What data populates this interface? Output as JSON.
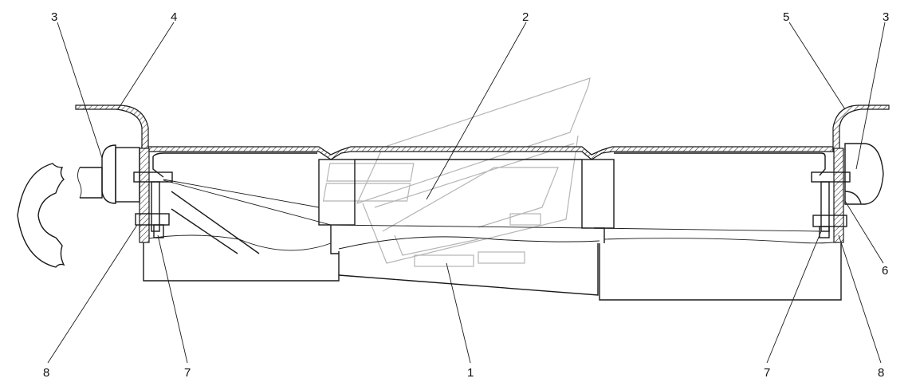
{
  "callouts": [
    {
      "id": "c1",
      "label": "1"
    },
    {
      "id": "c2",
      "label": "2"
    },
    {
      "id": "c3-left",
      "label": "3"
    },
    {
      "id": "c3-right",
      "label": "3"
    },
    {
      "id": "c4",
      "label": "4"
    },
    {
      "id": "c5",
      "label": "5"
    },
    {
      "id": "c6",
      "label": "6"
    },
    {
      "id": "c7-left",
      "label": "7"
    },
    {
      "id": "c7-right",
      "label": "7"
    },
    {
      "id": "c8-left",
      "label": "8"
    },
    {
      "id": "c8-right",
      "label": "8"
    }
  ],
  "colors": {
    "line": "#1a1a1a",
    "hatch": "#1a1a1a",
    "watermark": "#b5b5b5",
    "background": "#ffffff"
  }
}
